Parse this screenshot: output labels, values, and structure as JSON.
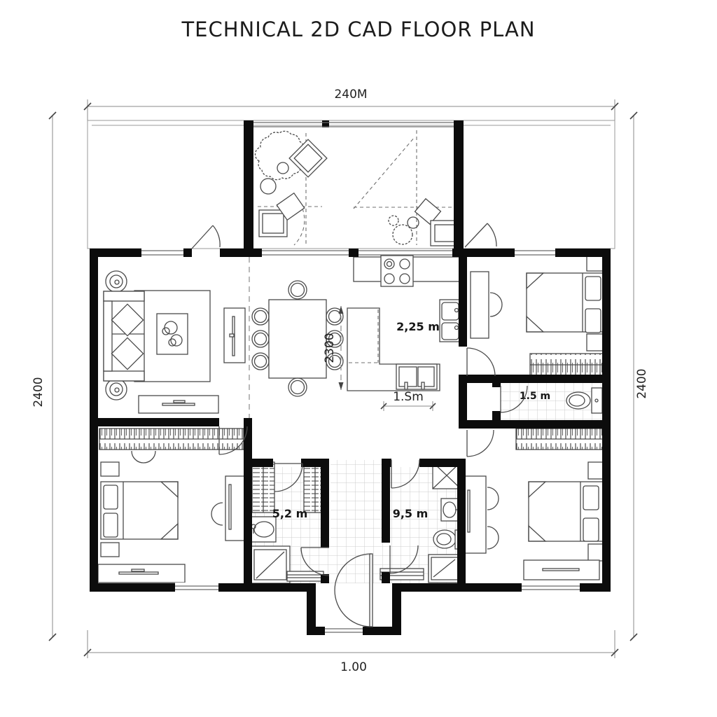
{
  "title": "TECHNICAL 2D CAD FLOOR PLAN",
  "dimensions": {
    "overall_width_top": "240M",
    "overall_height_left": "2400",
    "overall_height_right": "2400",
    "entry_width_bottom": "1.00",
    "kitchen_island_height": "2300",
    "kitchen_island_width": "1.Sm"
  },
  "room_labels": {
    "kitchen_island_area": "2,25 m",
    "hall_bathroom": "1.5 m",
    "left_bathroom": "5,2 m",
    "center_bathroom": "9,5 m"
  },
  "colors": {
    "walls": "#0c0c0c",
    "lines": "#4a4a4a",
    "dimension_lines": "#8a8a8a",
    "tile_grid": "#cccccc",
    "background": "#ffffff"
  }
}
